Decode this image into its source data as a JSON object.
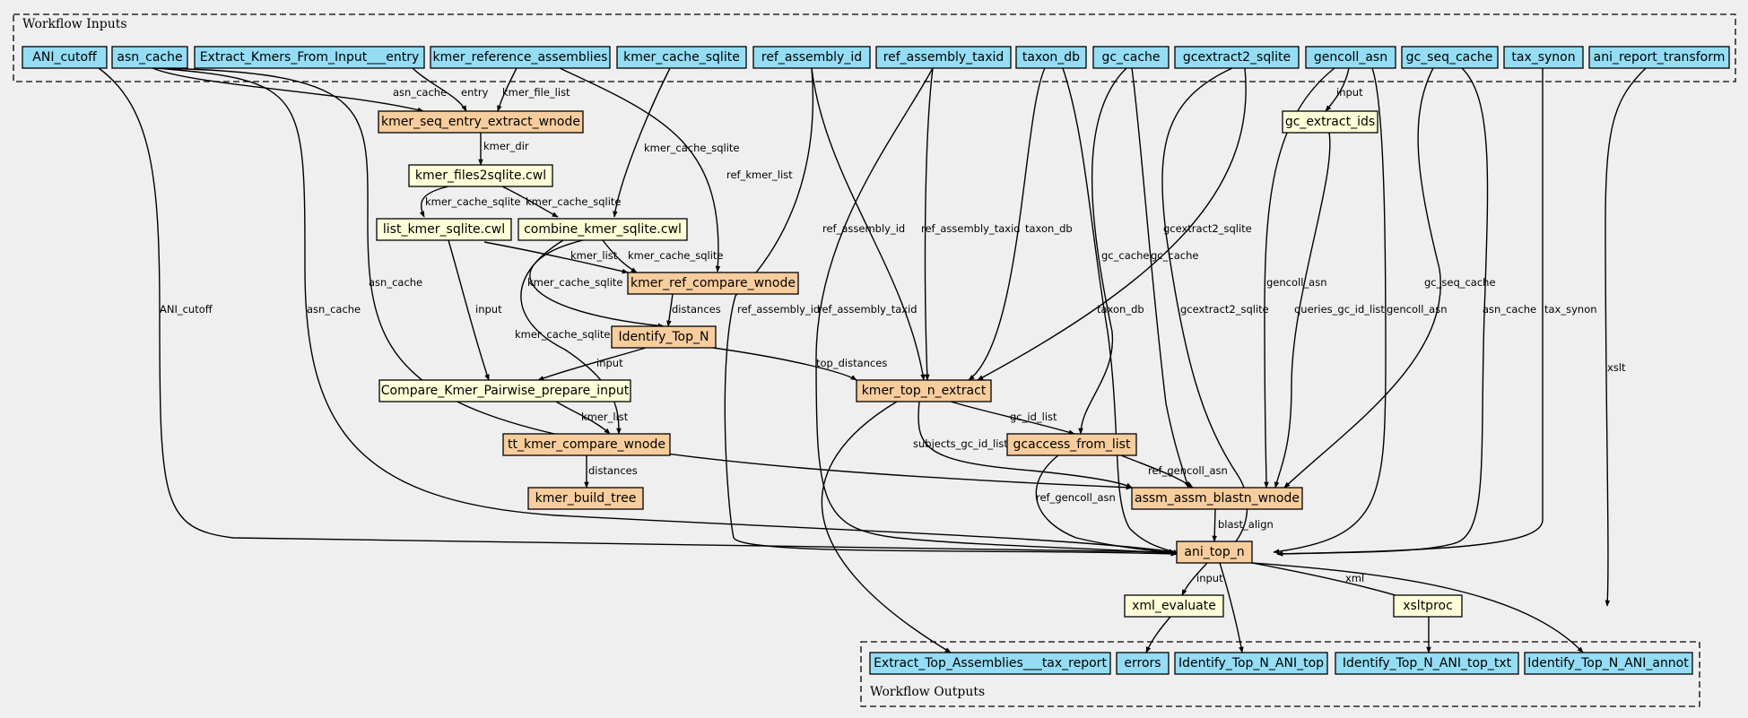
{
  "clusters": {
    "inputs": "Workflow Inputs",
    "outputs": "Workflow Outputs"
  },
  "colors": {
    "io_node": "#94ddf4",
    "step_node": "#f7cd9e",
    "tool_node": "#ffffd8",
    "background": "#efefef"
  },
  "nodes": {
    "ANI_cutoff": "ANI_cutoff",
    "asn_cache": "asn_cache",
    "Extract_Kmers_From_Input___entry": "Extract_Kmers_From_Input___entry",
    "kmer_reference_assemblies": "kmer_reference_assemblies",
    "kmer_cache_sqlite": "kmer_cache_sqlite",
    "ref_assembly_id": "ref_assembly_id",
    "ref_assembly_taxid": "ref_assembly_taxid",
    "taxon_db": "taxon_db",
    "gc_cache": "gc_cache",
    "gcextract2_sqlite": "gcextract2_sqlite",
    "gencoll_asn": "gencoll_asn",
    "gc_seq_cache": "gc_seq_cache",
    "tax_synon": "tax_synon",
    "ani_report_transform": "ani_report_transform",
    "kmer_seq_entry_extract_wnode": "kmer_seq_entry_extract_wnode",
    "gc_extract_ids": "gc_extract_ids",
    "kmer_files2sqlite": "kmer_files2sqlite.cwl",
    "list_kmer_sqlite": "list_kmer_sqlite.cwl",
    "combine_kmer_sqlite": "combine_kmer_sqlite.cwl",
    "kmer_ref_compare_wnode": "kmer_ref_compare_wnode",
    "Identify_Top_N": "Identify_Top_N",
    "kmer_top_n_extract": "kmer_top_n_extract",
    "Compare_Kmer_Pairwise_prepare_input": "Compare_Kmer_Pairwise_prepare_input",
    "tt_kmer_compare_wnode": "tt_kmer_compare_wnode",
    "gcaccess_from_list": "gcaccess_from_list",
    "kmer_build_tree": "kmer_build_tree",
    "assm_assm_blastn_wnode": "assm_assm_blastn_wnode",
    "ani_top_n": "ani_top_n",
    "xml_evaluate": "xml_evaluate",
    "xsltproc": "xsltproc",
    "Extract_Top_Assemblies___tax_report": "Extract_Top_Assemblies___tax_report",
    "errors": "errors",
    "Identify_Top_N_ANI_top": "Identify_Top_N_ANI_top",
    "Identify_Top_N_ANI_top_txt": "Identify_Top_N_ANI_top_txt",
    "Identify_Top_N_ANI_annot": "Identify_Top_N_ANI_annot"
  },
  "edge_labels": {
    "asn_cache_to_kseq": "asn_cache",
    "entry": "entry",
    "kmer_file_list": "kmer_file_list",
    "input_gc_extract": "input",
    "kmer_dir": "kmer_dir",
    "kmer_cache_sqlite_combine": "kmer_cache_sqlite",
    "ref_kmer_list": "ref_kmer_list",
    "kmer_cache_sqlite_list": "kmer_cache_sqlite",
    "kmer_cache_sqlite_combine2": "kmer_cache_sqlite",
    "kmer_list_ref": "kmer_list",
    "kmer_cache_sqlite_ref": "kmer_cache_sqlite",
    "ref_assembly_id_top": "ref_assembly_id",
    "ref_assembly_taxid_top": "ref_assembly_taxid",
    "taxon_db_top": "taxon_db",
    "gc_cache_gcaccess": "gc_cache",
    "gcextract2_sqlite_top": "gcextract2_sqlite",
    "asn_cache_blastn": "asn_cache",
    "kmer_cache_sqlite_identify": "kmer_cache_sqlite",
    "distances_identify": "distances",
    "ANI_cutoff_ani": "ANI_cutoff",
    "asn_cache_ani": "asn_cache",
    "input_compare": "input",
    "kmer_cache_sqlite_tt": "kmer_cache_sqlite",
    "top_distances": "top_distances",
    "ref_assembly_id_ani": "ref_assembly_id",
    "ref_assembly_taxid_ani": "ref_assembly_taxid",
    "taxon_db_ani": "taxon_db",
    "gc_cache_blastn": "gc_cache",
    "gcextract2_sqlite_ani": "gcextract2_sqlite",
    "gencoll_asn_blastn": "gencoll_asn",
    "queries_gc_id_list": "queries_gc_id_list",
    "gencoll_asn_ani": "gencoll_asn",
    "gc_seq_cache_blastn": "gc_seq_cache",
    "asn_cache_ani2": "asn_cache",
    "tax_synon_ani": "tax_synon",
    "xslt": "xslt",
    "kmer_list_tt": "kmer_list",
    "gc_id_list": "gc_id_list",
    "subjects_gc_id_list": "subjects_gc_id_list",
    "ref_gencoll_asn_blastn": "ref_gencoll_asn",
    "distances_tree": "distances",
    "ref_gencoll_asn_ani": "ref_gencoll_asn",
    "blast_align": "blast_align",
    "input_xml": "input",
    "xml": "xml"
  }
}
